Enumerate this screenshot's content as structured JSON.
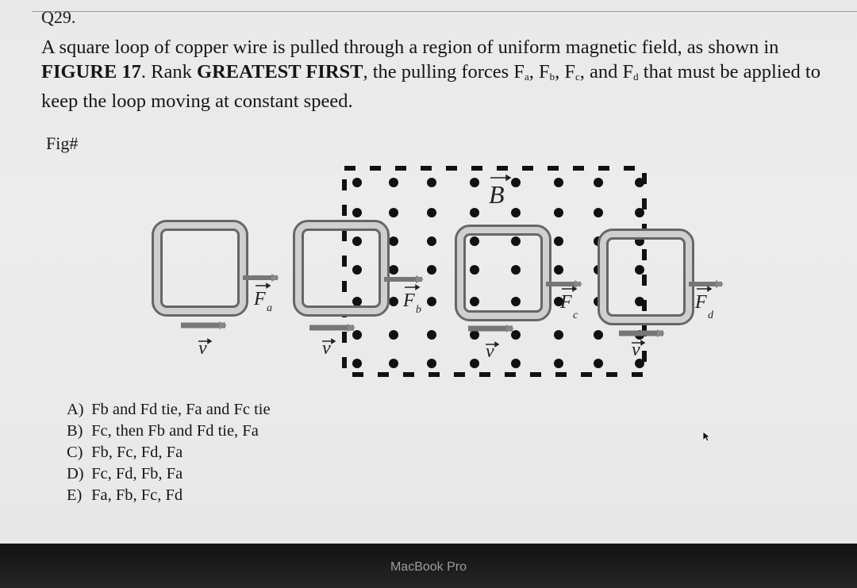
{
  "question": {
    "number": "Q29.",
    "text_parts": [
      {
        "t": "A square loop of copper wire is pulled through a region of uniform magnetic field, as shown in ",
        "b": false
      },
      {
        "t": "FIGURE 17",
        "b": true
      },
      {
        "t": ". Rank ",
        "b": false
      },
      {
        "t": "GREATEST FIRST",
        "b": true
      },
      {
        "t": ", the pulling forces F",
        "b": false
      }
    ],
    "text_tail": [
      "a",
      ", F",
      "b",
      ", F",
      "c",
      ", and F",
      "d",
      " that must be applied to keep the loop moving at constant speed."
    ]
  },
  "figure": {
    "label": "Fig#",
    "field_label": "B",
    "force_labels": [
      "F",
      "F",
      "F",
      "F"
    ],
    "force_subscripts": [
      "a",
      "b",
      "c",
      "d"
    ],
    "velocity_label": "v"
  },
  "choices": [
    {
      "letter": "A)",
      "text": "Fb and Fd tie, Fa and Fc tie"
    },
    {
      "letter": "B)",
      "text": "Fc, then Fb and Fd tie, Fa"
    },
    {
      "letter": "C)",
      "text": "Fb, Fc, Fd, Fa"
    },
    {
      "letter": "D)",
      "text": "Fc, Fd, Fb, Fa"
    },
    {
      "letter": "E)",
      "text": "Fa, Fb, Fc, Fd"
    }
  ],
  "device": {
    "brand": "MacBook Pro"
  }
}
